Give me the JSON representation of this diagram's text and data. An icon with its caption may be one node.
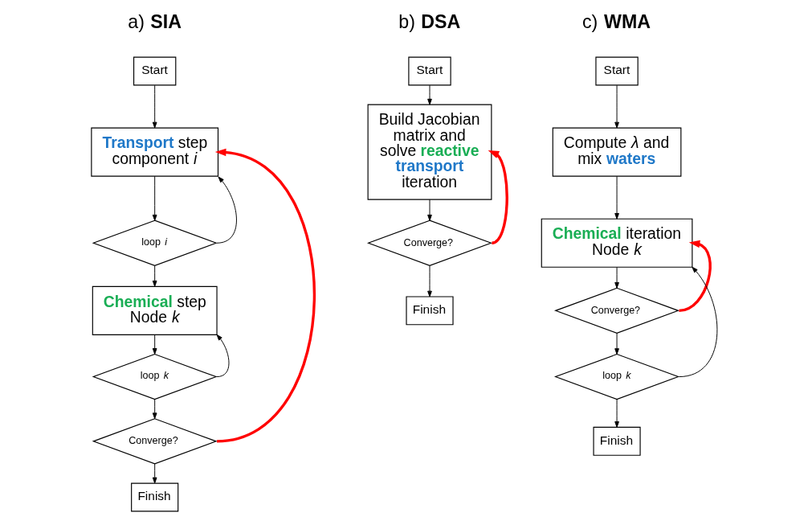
{
  "diagram": {
    "nodes": [
      {
        "text": [
          "Start"
        ]
      },
      {
        "text": [
          "**Transport** step component *i*"
        ]
      },
      {
        "text": [
          "loop *i*"
        ]
      },
      {
        "text": [
          "**Chemical** step Node *k*"
        ]
      },
      {
        "text": [
          "loop *k*"
        ]
      },
      {
        "text": [
          "Converge?"
        ]
      },
      {
        "text": [
          "Finish"
        ]
      },
      {
        "text": [
          "Start"
        ]
      },
      {
        "text": [
          "Build Jacobian matrix and solve **reactive** **transport** iteration"
        ]
      },
      {
        "text": [
          "Converge?"
        ]
      },
      {
        "text": [
          "Finish"
        ]
      },
      {
        "text": [
          "Start"
        ]
      },
      {
        "text": [
          "Compute *λ* and mix **waters**"
        ]
      },
      {
        "text": [
          "**Chemical** iteration Node *k*"
        ]
      },
      {
        "text": [
          "Converge?"
        ]
      },
      {
        "text": [
          "loop *k*"
        ]
      },
      {
        "text": [
          "Finish"
        ]
      }
    ],
    "edges": [
      {
        "from": 0,
        "to": 1,
        "arrow": "to"
      },
      {
        "from": 1,
        "to": 2,
        "arrow": "to"
      },
      {
        "from": 2,
        "to": 1,
        "arrow": "to"
      },
      {
        "from": 2,
        "to": 3,
        "arrow": "to"
      },
      {
        "from": 3,
        "to": 4,
        "arrow": "to"
      },
      {
        "from": 4,
        "to": 3,
        "arrow": "to"
      },
      {
        "from": 4,
        "to": 5,
        "arrow": "to"
      },
      {
        "from": 5,
        "to": 1,
        "arrow": "to",
        "style": "thick",
        "color": "#ff0000"
      },
      {
        "from": 5,
        "to": 6,
        "arrow": "to"
      },
      {
        "from": 7,
        "to": 8,
        "arrow": "to"
      },
      {
        "from": 8,
        "to": 9,
        "arrow": "to"
      },
      {
        "from": 9,
        "to": 8,
        "arrow": "to",
        "style": "thick",
        "color": "#ff0000"
      },
      {
        "from": 9,
        "to": 10,
        "arrow": "to"
      },
      {
        "from": 11,
        "to": 12,
        "arrow": "to"
      },
      {
        "from": 12,
        "to": 13,
        "arrow": "to"
      },
      {
        "from": 13,
        "to": 14,
        "arrow": "to"
      },
      {
        "from": 14,
        "to": 13,
        "arrow": "to",
        "style": "thick",
        "color": "#ff0000"
      },
      {
        "from": 14,
        "to": 15,
        "arrow": "to"
      },
      {
        "from": 15,
        "to": 13,
        "arrow": "to"
      },
      {
        "from": 15,
        "to": 16,
        "arrow": "to"
      }
    ],
    "labels": [
      "a) **SIA**",
      "b) **DSA**",
      "c) **WMA**"
    ]
  }
}
